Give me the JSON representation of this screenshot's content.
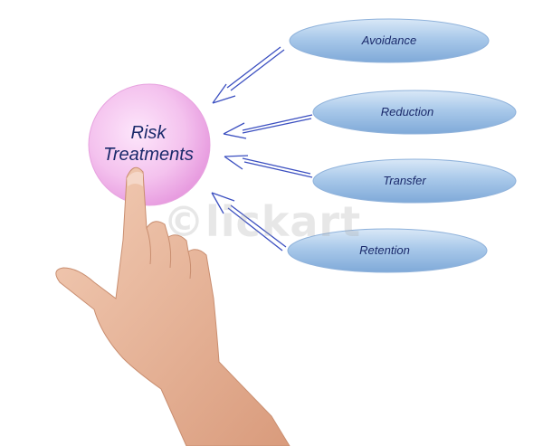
{
  "center": {
    "line1": "Risk",
    "line2": "Treatments"
  },
  "branches": [
    {
      "label": "Avoidance"
    },
    {
      "label": "Reduction"
    },
    {
      "label": "Transfer"
    },
    {
      "label": "Retention"
    }
  ],
  "watermark": "©lickart",
  "colors": {
    "circle": "#f2b7ec",
    "oval": "#9cc0e4",
    "arrow": "#3b4fc0",
    "text": "#1b2a6b",
    "skin": "#e8b497"
  }
}
